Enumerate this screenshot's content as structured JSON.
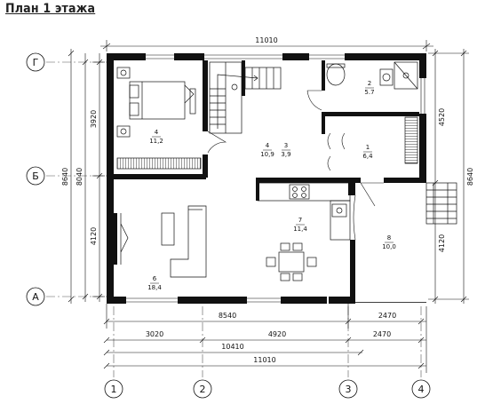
{
  "title": "План 1 этажа",
  "dimensions": {
    "top_total": "11010",
    "left_upper": "3920",
    "left_lower": "4120",
    "left_total_inner": "8040",
    "left_total_outer": "8640",
    "right_upper": "4520",
    "right_lower": "4120",
    "right_total": "8640",
    "bottom_main": "8540",
    "bottom_terrace": "2470",
    "bottom_seg1": "3020",
    "bottom_seg2": "4920",
    "bottom_seg3": "2470",
    "bottom_sub_total": "10410",
    "bottom_total": "11010"
  },
  "axes_vertical": [
    "Г",
    "Б",
    "А"
  ],
  "axes_horizontal": [
    "1",
    "2",
    "3",
    "4"
  ],
  "rooms": [
    {
      "number": "4",
      "area": "11,2"
    },
    {
      "number": "4",
      "area": "10,9"
    },
    {
      "number": "3",
      "area": "3,9"
    },
    {
      "number": "2",
      "area": "5.7"
    },
    {
      "number": "1",
      "area": "6,4"
    },
    {
      "number": "6",
      "area": "18,4"
    },
    {
      "number": "7",
      "area": "11,4"
    },
    {
      "number": "8",
      "area": "10,0"
    }
  ]
}
